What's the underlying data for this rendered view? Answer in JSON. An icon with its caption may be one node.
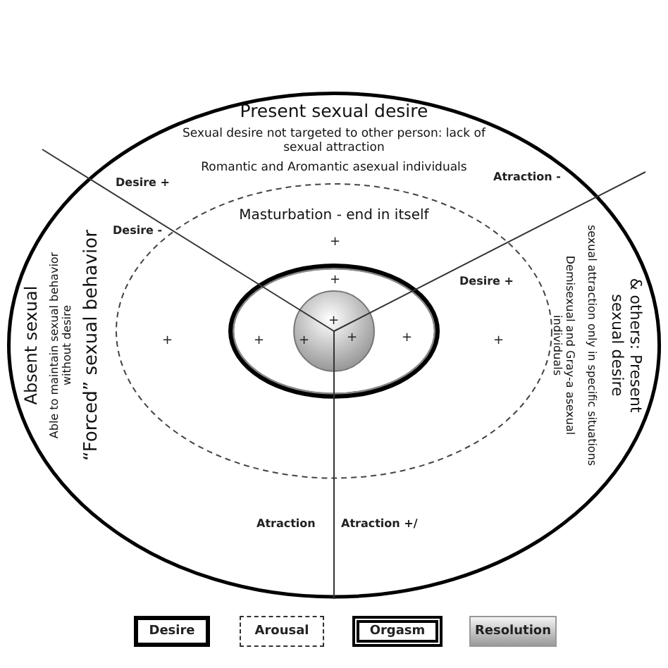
{
  "diagram": {
    "nodes": [
      {
        "text": [
          "Present sexual desire",
          "Sexual desire not targeted to other person: lack of sexual attraction",
          "Romantic and Aromantic asexual individuals",
          "Absent sexual",
          "Able to maintain sexual behavior without desire",
          "“Forced” sexual behavior",
          "& others: Present sexual desire",
          "sexual attraction only in specific situations",
          "Demisexual and Gray-a asexual individuals"
        ]
      },
      {
        "text": [
          "Masturbation - end in itself"
        ],
        "in": 0
      },
      {
        "text": [],
        "shape": "ellipse",
        "in": 1
      },
      {
        "text": [],
        "shape": "circle",
        "in": 2
      }
    ],
    "labels": [
      "Desire +",
      "Desire -",
      "Atraction -",
      "Desire +",
      "Atraction",
      "Atraction +/",
      "+",
      "+",
      "+",
      "+",
      "+",
      "+",
      "+",
      "+",
      "+"
    ],
    "legend": [
      {
        "text": "Desire"
      },
      {
        "text": "Arousal"
      },
      {
        "text": "Orgasm"
      },
      {
        "text": "Resolution"
      }
    ]
  }
}
